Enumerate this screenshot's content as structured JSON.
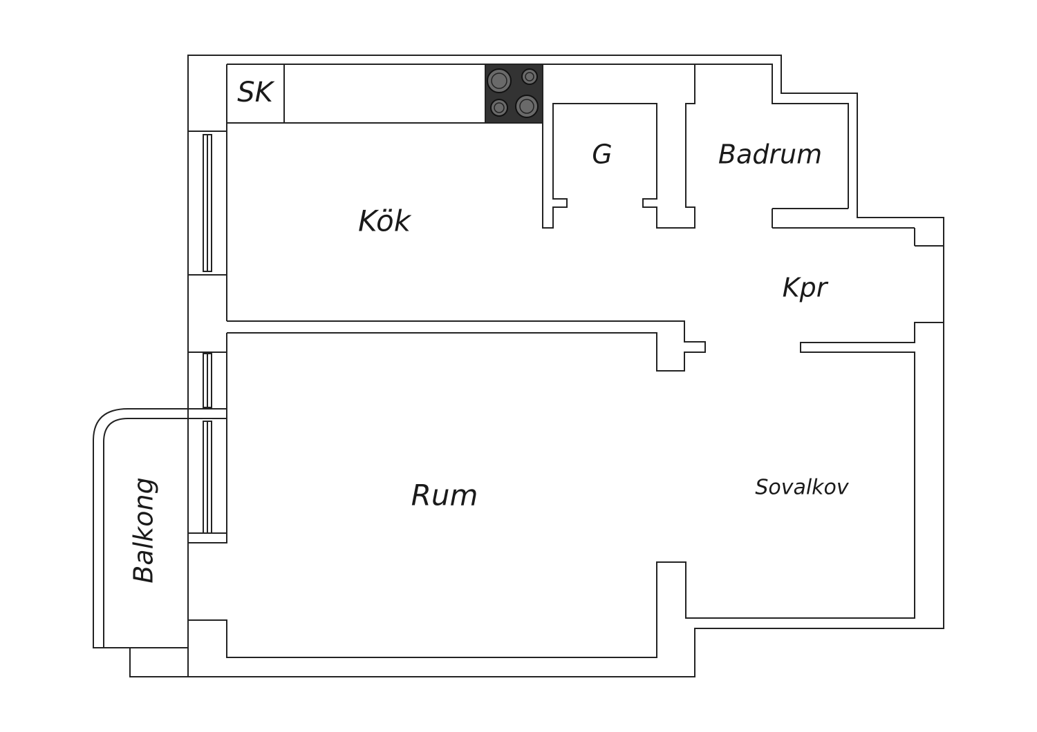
{
  "floorplan": {
    "rooms": {
      "kitchen": "Kök",
      "storage": "SK",
      "closet": "G",
      "bathroom": "Badrum",
      "hall": "Kpr",
      "living": "Rum",
      "sleeping": "Sovalkov",
      "balcony": "Balkong"
    },
    "appliances": {
      "stove": "stove-icon"
    },
    "colors": {
      "walls": "#222222",
      "background": "#ffffff",
      "stove": "#333333"
    }
  }
}
